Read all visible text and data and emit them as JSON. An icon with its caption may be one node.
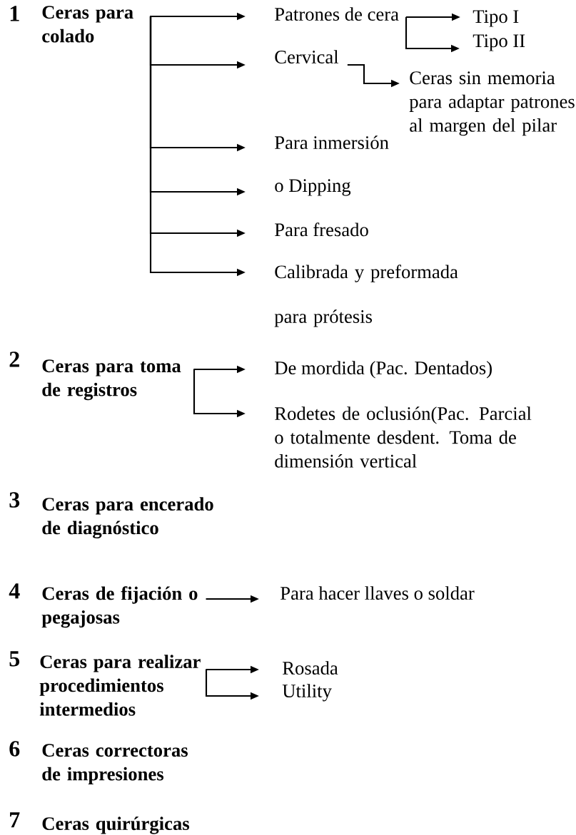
{
  "diagram": {
    "nodes": [
      {
        "text": [
          "Ceras para colado"
        ],
        "beside": [
          "1"
        ]
      },
      {
        "text": [
          "Patrones de cera"
        ]
      },
      {
        "text": [
          "Tipo I"
        ]
      },
      {
        "text": [
          "Tipo II"
        ]
      },
      {
        "text": [
          "Cervical"
        ]
      },
      {
        "text": [
          "Ceras sin memoria para adaptar patrones al margen del pilar"
        ]
      },
      {
        "text": [
          "Para inmersión"
        ]
      },
      {
        "text": [
          "o Dipping"
        ]
      },
      {
        "text": [
          "Para fresado"
        ]
      },
      {
        "text": [
          "Calibrada y preformada",
          "para prótesis"
        ]
      },
      {
        "text": [
          "Ceras para toma de registros"
        ],
        "beside": [
          "2"
        ]
      },
      {
        "text": [
          "De mordida (Pac. Dentados)"
        ]
      },
      {
        "text": [
          "Rodetes de oclusión(Pac. Parcial o totalmente desdent. Toma de dimensión vertical"
        ]
      },
      {
        "text": [
          "Ceras para encerado de diagnóstico"
        ],
        "beside": [
          "3"
        ]
      },
      {
        "text": [
          "Ceras de fijación o pegajosas"
        ],
        "beside": [
          "4"
        ]
      },
      {
        "text": [
          "Para hacer llaves o soldar"
        ]
      },
      {
        "text": [
          "Ceras para realizar procedimientos intermedios"
        ],
        "beside": [
          "5"
        ]
      },
      {
        "text": [
          "Rosada"
        ]
      },
      {
        "text": [
          "Utility"
        ]
      },
      {
        "text": [
          "Ceras correctoras de impresiones"
        ],
        "beside": [
          "6"
        ]
      },
      {
        "text": [
          "Ceras quirúrgicas"
        ],
        "beside": [
          "7"
        ]
      }
    ],
    "edges": [
      {
        "from": 0,
        "to": 1,
        "arrow": "to"
      },
      {
        "from": 0,
        "to": 4,
        "arrow": "to"
      },
      {
        "from": 0,
        "to": 6,
        "arrow": "to"
      },
      {
        "from": 0,
        "to": 7,
        "arrow": "to"
      },
      {
        "from": 0,
        "to": 8,
        "arrow": "to"
      },
      {
        "from": 0,
        "to": 9,
        "arrow": "to"
      },
      {
        "from": 1,
        "to": 2,
        "arrow": "to"
      },
      {
        "from": 1,
        "to": 3,
        "arrow": "to"
      },
      {
        "from": 4,
        "to": 5,
        "arrow": "to"
      },
      {
        "from": 10,
        "to": 11,
        "arrow": "to"
      },
      {
        "from": 10,
        "to": 12,
        "arrow": "to"
      },
      {
        "from": 14,
        "to": 15,
        "arrow": "to"
      },
      {
        "from": 16,
        "to": 17,
        "arrow": "to"
      },
      {
        "from": 16,
        "to": 18,
        "arrow": "to"
      }
    ]
  }
}
